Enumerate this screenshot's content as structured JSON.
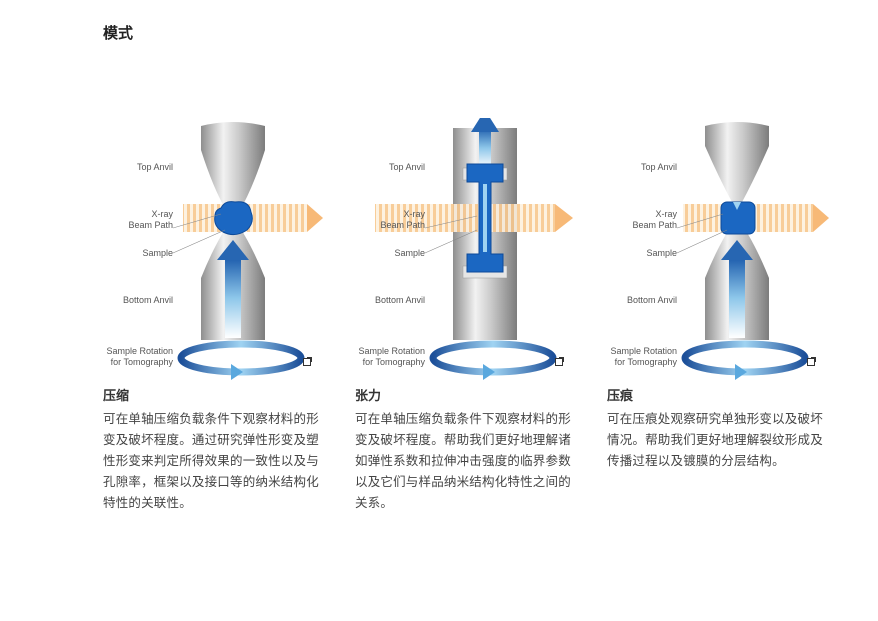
{
  "section": {
    "title": "模式"
  },
  "labels": {
    "top_anvil": "Top Anvil",
    "xray_line1": "X-ray",
    "xray_line2": "Beam Path",
    "sample": "Sample",
    "bottom_anvil": "Bottom Anvil",
    "rotation_line1": "Sample Rotation",
    "rotation_line2": "for Tomography"
  },
  "modes": [
    {
      "title": "压缩",
      "description": "可在单轴压缩负载条件下观察材料的形变及破坏程度。通过研究弹性形变及塑性形变来判定所得效果的一致性以及与孔隙率，框架以及接口等的纳米结构化特性的关联性。"
    },
    {
      "title": "张力",
      "description": "可在单轴压缩负载条件下观察材料的形变及破坏程度。帮助我们更好地理解诸如弹性系数和拉伸冲击强度的临界参数以及它们与样品纳米结构化特性之间的关系。"
    },
    {
      "title": "压痕",
      "description": "可在压痕处观察研究单独形变以及破坏情况。帮助我们更好地理解裂纹形成及传播过程以及镀膜的分层结构。"
    }
  ],
  "colors": {
    "accent_blue": "#1f6fb8",
    "beam_orange": "#f6c48a",
    "anvil_gray": "#b8b8b8"
  },
  "icons": [
    "external-link-icon"
  ]
}
